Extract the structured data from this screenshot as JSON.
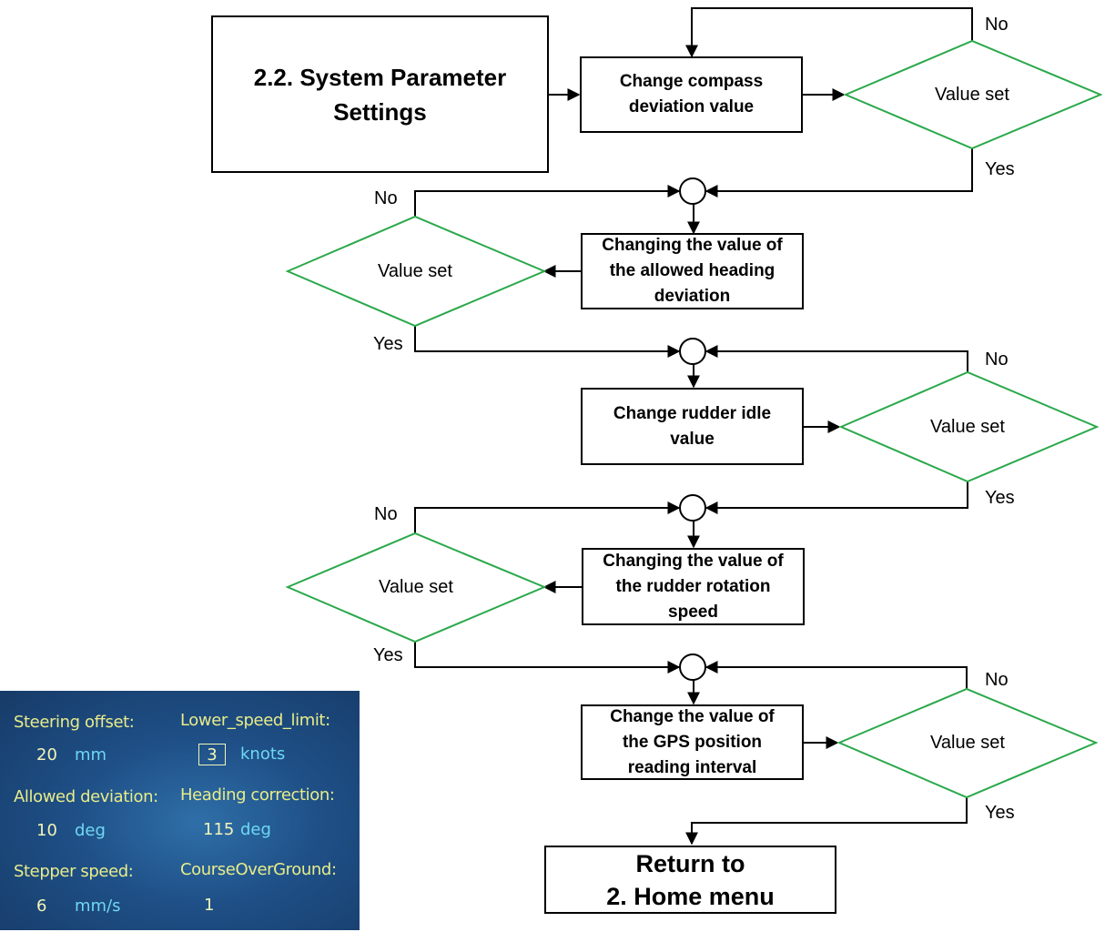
{
  "title_box": {
    "label": "2.2. System Parameter\nSettings"
  },
  "steps": [
    {
      "label": "Change compass\ndeviation value"
    },
    {
      "label": "Changing the value of\nthe allowed heading\ndeviation"
    },
    {
      "label": "Change rudder idle\nvalue"
    },
    {
      "label": "Changing the value of\nthe rudder rotation\nspeed"
    },
    {
      "label": "Change the value of\nthe GPS position\nreading interval"
    }
  ],
  "decision_label": "Value set",
  "yes_label": "Yes",
  "no_label": "No",
  "return_box": {
    "label": "Return to\n2. Home menu"
  },
  "colors": {
    "decision_stroke": "#2aa84a",
    "line": "#000000"
  },
  "lcd": {
    "steering_offset": {
      "label": "Steering offset:",
      "value": "20",
      "unit": "mm"
    },
    "lower_speed_limit": {
      "label": "Lower_speed_limit:",
      "value": "3",
      "unit": "knots"
    },
    "allowed_deviation": {
      "label": "Allowed deviation:",
      "value": "10",
      "unit": "deg"
    },
    "heading_correction": {
      "label": "Heading correction:",
      "value": "115",
      "unit": "deg"
    },
    "stepper_speed": {
      "label": "Stepper speed:",
      "value": "6",
      "unit": "mm/s"
    },
    "course_over_ground": {
      "label": "CourseOverGround:",
      "value": "1"
    }
  }
}
